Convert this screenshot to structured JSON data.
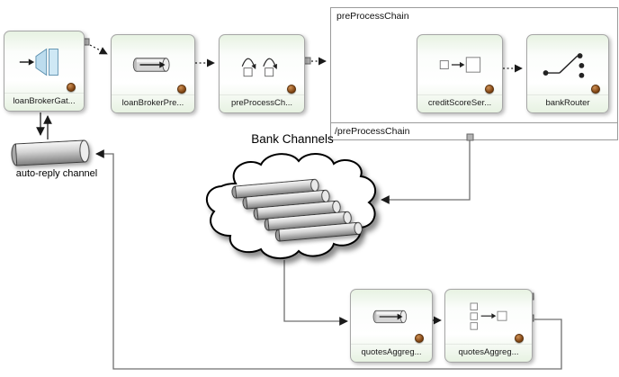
{
  "chain": {
    "header": "preProcessChain",
    "footer": "/preProcessChain"
  },
  "nodes": {
    "loanBrokerGateway": {
      "label": "loanBrokerGat..."
    },
    "loanBrokerPreProcessor": {
      "label": "loanBrokerPre..."
    },
    "preProcessChannel": {
      "label": "preProcessCh..."
    },
    "creditScoreService": {
      "label": "creditScoreSer..."
    },
    "bankRouter": {
      "label": "bankRouter"
    },
    "autoReplyChannel": {
      "label": "auto-reply channel"
    },
    "bankChannels": {
      "label": "Bank Channels"
    },
    "quotesChannel": {
      "label": "quotesAggreg..."
    },
    "quotesAggregator": {
      "label": "quotesAggreg..."
    }
  },
  "colors": {
    "node_border": "#a6a6a6",
    "node_gradient_green": "#e7f2e2",
    "connector_gray": "#6f6f6f",
    "arrow_black": "#1a1a1a",
    "gateway_blue": "#bcdcee",
    "pipe_gray": "#d6d6d6",
    "spring_brown": "#8a4b1d"
  }
}
